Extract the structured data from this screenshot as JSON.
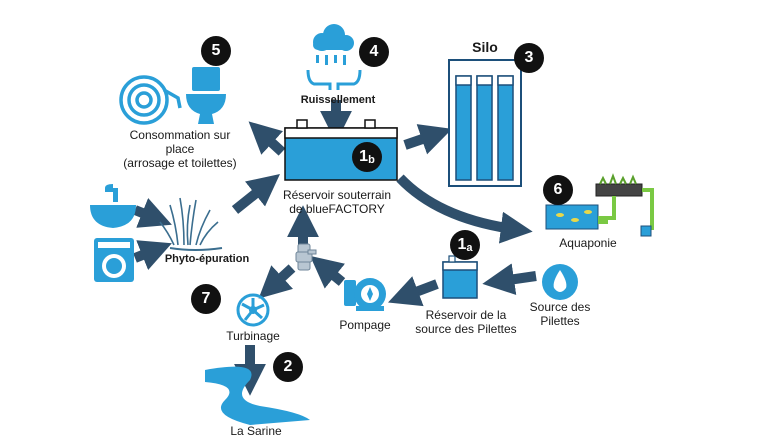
{
  "colors": {
    "icon_blue": "#2a9fd8",
    "water_blue": "#1f8fd0",
    "arrow_dark": "#2f4f6b",
    "badge_black": "#111111",
    "pipe_green": "#7ac943",
    "plant_green": "#5aa02c"
  },
  "nodes": {
    "reservoir": {
      "label_line1": "Réservoir souterrain",
      "label_line2": "de blueFACTORY",
      "badge_main": "1",
      "badge_sub": "b"
    },
    "ruissellement": {
      "label": "Ruissellement",
      "badge": "4",
      "icon": "rain-cloud-icon"
    },
    "silo": {
      "label": "Silo",
      "badge": "3",
      "icon": "silo-icon"
    },
    "consommation": {
      "label_line1": "Consommation sur",
      "label_line2": "place",
      "label_line3": "(arrosage et toilettes)",
      "badge": "5",
      "icons": [
        "hose-icon",
        "toilet-icon"
      ]
    },
    "aquaponie": {
      "label": "Aquaponie",
      "badge": "6",
      "icon": "aquaponics-icon"
    },
    "reservoir_pilettes": {
      "label_line1": "Réservoir de la",
      "label_line2": "source des Pilettes",
      "badge_main": "1",
      "badge_sub": "a",
      "icon": "tank-icon"
    },
    "source": {
      "label_line1": "Source des",
      "label_line2": "Pilettes",
      "icon": "water-drop-icon"
    },
    "pompage": {
      "label": "Pompage",
      "icon": "pump-icon"
    },
    "phyto": {
      "label": "Phyto-épuration",
      "icon": "reeds-icon"
    },
    "turbinage": {
      "label": "Turbinage",
      "badge": "7",
      "icon": "turbine-icon"
    },
    "sarine": {
      "label": "La Sarine",
      "badge": "2",
      "icon": "river-icon"
    },
    "sources_eaux_usees": {
      "icons": [
        "sink-icon",
        "washing-machine-icon"
      ]
    },
    "valve": {
      "icon": "valve-icon"
    }
  }
}
